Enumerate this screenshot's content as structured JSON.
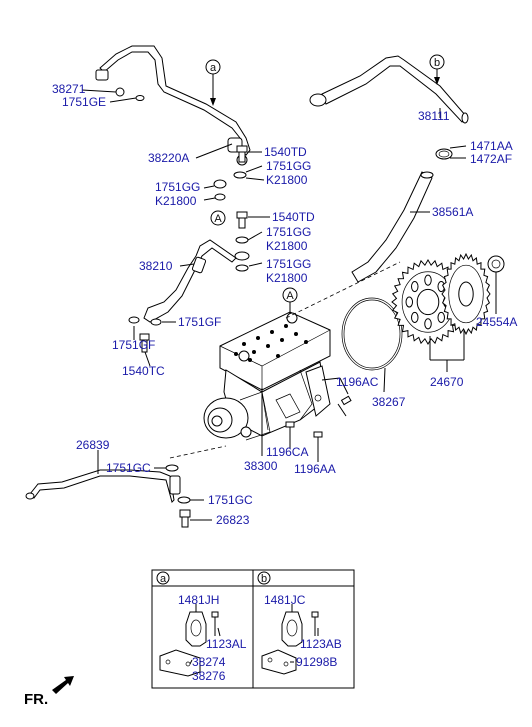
{
  "callouts": {
    "a": "a",
    "b": "b",
    "A": "A"
  },
  "parts": {
    "p38271": "38271",
    "p1751GE": "1751GE",
    "p38220A": "38220A",
    "p1540TD_1": "1540TD",
    "p1751GG_1": "1751GG",
    "pK21800_1": "K21800",
    "p1751GG_2": "1751GG",
    "pK21800_2": "K21800",
    "p1540TD_2": "1540TD",
    "p1751GG_3": "1751GG",
    "pK21800_3": "K21800",
    "p38210": "38210",
    "p1751GG_4": "1751GG",
    "pK21800_4": "K21800",
    "p1751GF_1": "1751GF",
    "p1751GF_2": "1751GF",
    "p1540TC": "1540TC",
    "p38111": "38111",
    "p1471AA": "1471AA",
    "p1472AF": "1472AF",
    "p38561A": "38561A",
    "p24554A": "24554A",
    "p24670": "24670",
    "p38267": "38267",
    "p1196AC": "1196AC",
    "p1196CA": "1196CA",
    "p1196AA": "1196AA",
    "p38300": "38300",
    "p26839": "26839",
    "p1751GC_1": "1751GC",
    "p1751GC_2": "1751GC",
    "p26823": "26823"
  },
  "legend": {
    "a_label": "a",
    "b_label": "b",
    "a_clamp": "1481JH",
    "a_bolt": "1123AL",
    "a_bracket_1": "38274",
    "a_bracket_2": "38276",
    "b_clamp": "1481JC",
    "b_bolt": "1123AB",
    "b_bracket": "91298B"
  },
  "fr_label": "FR."
}
